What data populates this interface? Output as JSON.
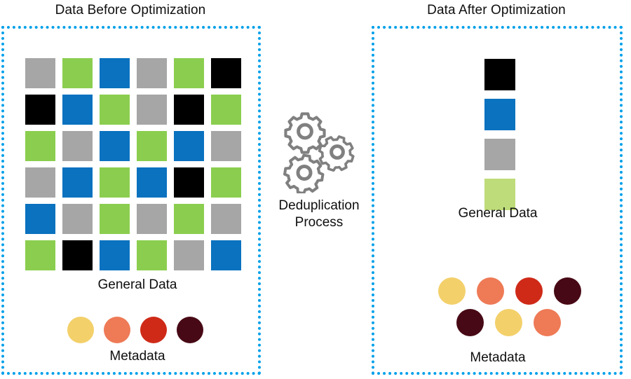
{
  "diagram": {
    "title_left": "Data Before Optimization",
    "title_right": "Data After Optimization",
    "caption_general_data": "General Data",
    "caption_metadata": "Metadata",
    "process_label_line1": "Deduplication",
    "process_label_line2": "Process"
  },
  "palette": {
    "gray": "#a6a6a6",
    "green": "#8bce4f",
    "green_light": "#bedc79",
    "blue": "#0a72bf",
    "black": "#000000",
    "yellow": "#f3d06a",
    "salmon": "#ee7a56",
    "red": "#cf2a18",
    "maroon": "#470915",
    "panel_border": "#00a0e9",
    "gear_stroke": "#808080",
    "text": "#0f0f0f",
    "background": "#ffffff"
  },
  "before": {
    "grid_rows": 6,
    "grid_cols": 6,
    "grid": [
      [
        "gray",
        "green",
        "blue",
        "gray",
        "green",
        "black"
      ],
      [
        "black",
        "blue",
        "green",
        "gray",
        "black",
        "green"
      ],
      [
        "green",
        "gray",
        "blue",
        "green",
        "blue",
        "gray"
      ],
      [
        "gray",
        "blue",
        "green",
        "blue",
        "black",
        "green"
      ],
      [
        "blue",
        "gray",
        "green",
        "gray",
        "green",
        "gray"
      ],
      [
        "green",
        "black",
        "blue",
        "green",
        "gray",
        "blue"
      ]
    ],
    "metadata_dots": [
      "yellow",
      "salmon",
      "red",
      "maroon"
    ]
  },
  "after": {
    "stack": [
      "black",
      "blue",
      "gray",
      "green_light"
    ],
    "metadata_row1": [
      "yellow",
      "salmon",
      "red",
      "maroon"
    ],
    "metadata_row2": [
      "maroon",
      "yellow",
      "salmon"
    ]
  },
  "icons": {
    "gears": "gears-icon"
  }
}
